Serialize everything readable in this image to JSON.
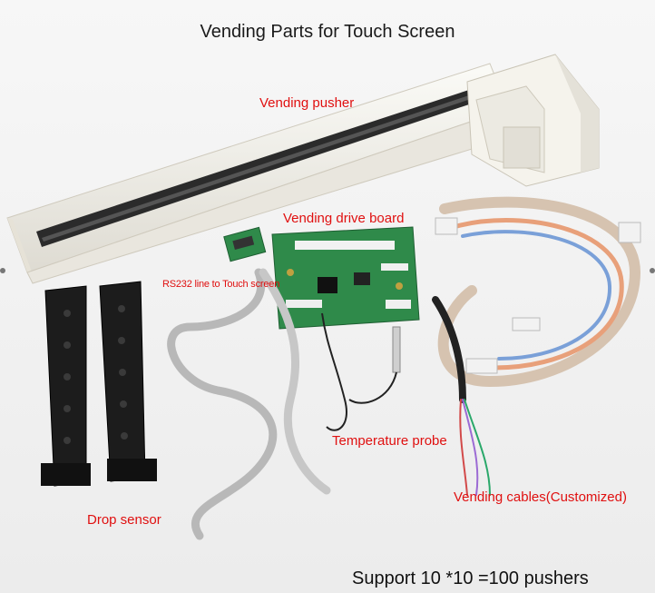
{
  "title": "Vending Parts for Touch Screen",
  "labels": {
    "pusher": "Vending pusher",
    "drive_board": "Vending drive board",
    "rs232": "RS232 line to Touch screen",
    "temperature": "Temperature probe",
    "cables": "Vending cables(Customized)",
    "drop_sensor": "Drop sensor"
  },
  "footer": "Support 10 *10 =100 pushers",
  "colors": {
    "label": "#e01010",
    "background": "#f3f3f3",
    "board": "#2f8a4a"
  }
}
